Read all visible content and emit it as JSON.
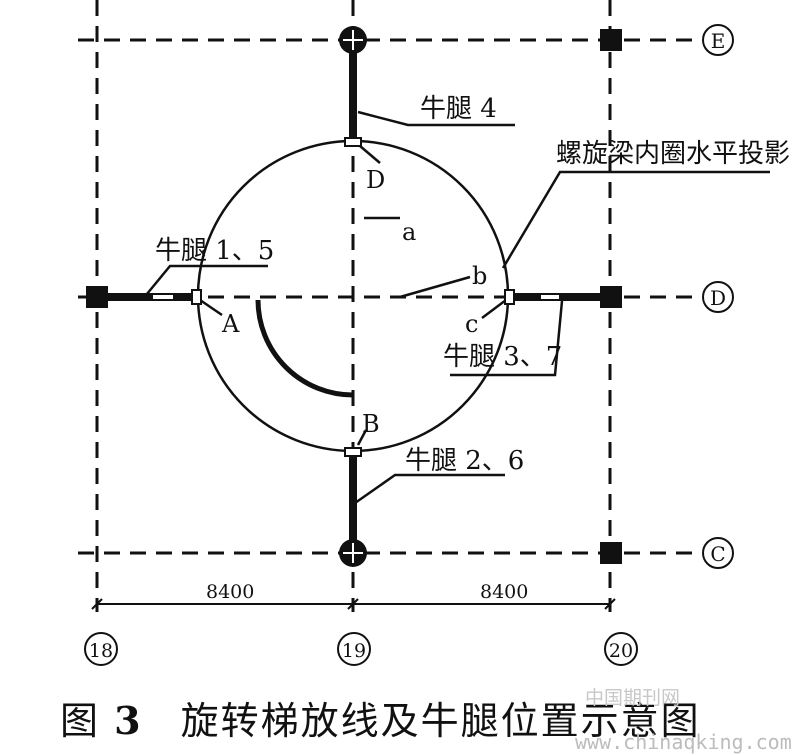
{
  "labels": {
    "bracket4": "牛腿 4",
    "projection": "螺旋梁内圈水平投影",
    "bracket15": "牛腿 1、5",
    "bracket37": "牛腿 3、7",
    "bracket26": "牛腿 2、6",
    "point_a": "a",
    "point_b": "b",
    "point_c": "c",
    "point_A": "A",
    "point_B": "B",
    "point_D": "D"
  },
  "axes": {
    "E": "E",
    "D": "D",
    "C": "C",
    "ax18": "18",
    "ax19": "19",
    "ax20": "20"
  },
  "dimensions": {
    "left": "8400",
    "right": "8400"
  },
  "caption": {
    "prefix": "图",
    "number": "3",
    "text": "旋转梯放线及牛腿位置示意图"
  },
  "watermark": {
    "cn": "中国期刊网",
    "url": "www.chinaqking.com"
  }
}
